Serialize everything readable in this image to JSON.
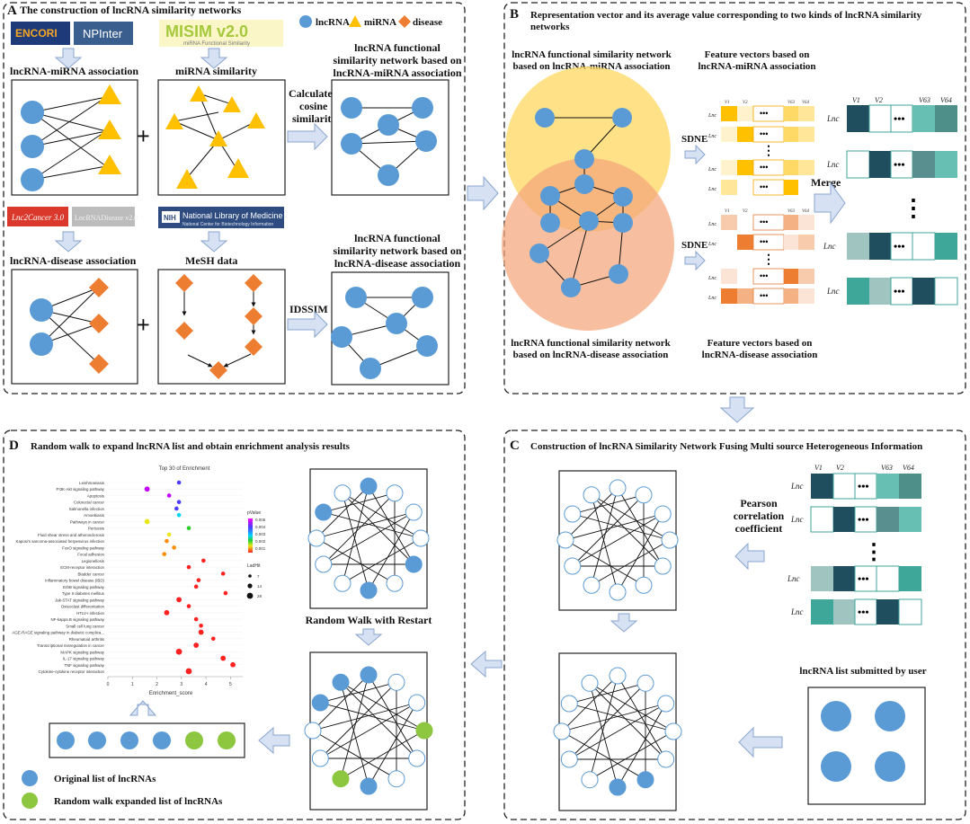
{
  "panel_a": {
    "letter": "A",
    "title": "The construction of lncRNA similarity networks",
    "legend": {
      "lncrna": "lncRNA",
      "mirna": "miRNA",
      "disease": "disease"
    },
    "logos": {
      "encori": "ENCORI",
      "npinter": "NPInter",
      "misim": "MISIM v2.0",
      "misim_sub": "miRNA Functional Similarity",
      "lnc2cancer": "Lnc2Cancer 3.0",
      "lncrnadisease": "LncRNADisease v2.0",
      "nih": "National Library of Medicine",
      "nih_sub": "National Center for Biotechnology Information",
      "nih_badge": "NIH"
    },
    "labels": {
      "lnc_mirna": "lncRNA-miRNA association",
      "mirna_sim": "miRNA similarity",
      "calc1": "Calculate",
      "calc2": "cosine",
      "calc3": "similarity",
      "net1_l1": "lncRNA functional",
      "net1_l2": "similarity network based on",
      "net1_l3": "lncRNA-miRNA association",
      "lnc_disease": "lncRNA-disease association",
      "mesh": "MeSH data",
      "idssim": "IDSSIM",
      "net2_l1": "lncRNA functional",
      "net2_l2": "similarity network based on",
      "net2_l3": "lncRNA-disease association"
    }
  },
  "panel_b": {
    "letter": "B",
    "title_l1": "Representation vector and its average value corresponding to two kinds of lncRNA similarity",
    "title_l2": "networks",
    "net_top_l1": "lncRNA functional similarity network",
    "net_top_l2": "based on lncRNA-miRNA association",
    "feat_top_l1": "Feature vectors based on",
    "feat_top_l2": "lncRNA-miRNA association",
    "net_bot_l1": "lncRNA functional similarity network",
    "net_bot_l2": "based on lncRNA-disease association",
    "feat_bot_l1": "Feature vectors based on",
    "feat_bot_l2": "lncRNA-disease association",
    "sdne": "SDNE",
    "merge": "Merge"
  },
  "panel_c": {
    "letter": "C",
    "title": "Construction of lncRNA Similarity Network Fusing Multi source Heterogeneous Information",
    "pearson_l1": "Pearson",
    "pearson_l2": "correlation",
    "pearson_l3": "coefficient",
    "user_list": "lncRNA list submitted by user"
  },
  "panel_d": {
    "letter": "D",
    "title": "Random walk to expand lncRNA list and obtain enrichment analysis results",
    "rwr": "Random Walk with Restart",
    "legend_original": "Original  list of lncRNAs",
    "legend_expanded": "Random walk expanded list of lncRNAs"
  },
  "chart_data": {
    "type": "scatter",
    "title": "Top 30 of  Enrichment",
    "xlabel": "Enrichment_score",
    "ylabel": "",
    "xlim": [
      0,
      5.5
    ],
    "xticks": [
      "0",
      "1",
      "2",
      "3",
      "4",
      "5"
    ],
    "color_legend_title": "pValue",
    "color_legend_ticks": [
      "0.005",
      "0.004",
      "0.003",
      "0.002",
      "0.001"
    ],
    "size_legend_title": "LadHit",
    "size_legend_ticks": [
      "7",
      "14",
      "28"
    ],
    "categories": [
      "Leishmaniasis",
      "PI3K-Akt signaling pathway",
      "Apoptosis",
      "Colorectal cancer",
      "Salmonella infection",
      "Amoebiasis",
      "Pathways in cancer",
      "Pertussis",
      "Fluid shear stress and atherosclerosis",
      "Kaposi's sarcoma-associated herpesvirus infection",
      "FoxO signaling pathway",
      "Focal adhesion",
      "Legionellosis",
      "ECM-receptor interaction",
      "Bladder cancer",
      "Inflammatory bowel disease (IBD)",
      "ErbB signaling pathway",
      "Type II diabetes mellitus",
      "Jak-STAT signaling pathway",
      "Osteoclast differentiation",
      "HTLV-I infection",
      "NF-kappa B signaling pathway",
      "Small cell lung cancer",
      "AGE-RAGE signaling pathway in diabetic complica...",
      "Rheumatoid arthritis",
      "Transcriptional misregulation in cancer",
      "MAPK signaling pathway",
      "IL-17 signaling pathway",
      "TNF signaling pathway",
      "Cytokine-cytokine receptor interaction"
    ],
    "x": [
      2.9,
      1.6,
      2.5,
      2.9,
      2.8,
      2.9,
      1.6,
      3.3,
      2.5,
      2.4,
      2.7,
      2.3,
      3.9,
      3.3,
      4.7,
      3.7,
      3.6,
      4.8,
      2.9,
      3.3,
      2.4,
      3.6,
      3.8,
      3.8,
      4.3,
      3.6,
      2.9,
      4.7,
      5.1,
      3.3
    ],
    "pvalue": [
      0.0045,
      0.006,
      0.0055,
      0.005,
      0.0045,
      0.0042,
      0.002,
      0.003,
      0.002,
      0.0015,
      0.0015,
      0.0012,
      0.0008,
      0.0006,
      0.0005,
      0.0005,
      0.0005,
      0.0004,
      0.0004,
      0.0004,
      0.0004,
      0.0003,
      0.0003,
      0.0003,
      0.0003,
      0.0003,
      0.0003,
      0.0002,
      0.0002,
      0.0002
    ],
    "count": [
      7,
      14,
      7,
      7,
      7,
      7,
      14,
      7,
      7,
      7,
      7,
      7,
      7,
      7,
      7,
      7,
      7,
      7,
      14,
      7,
      14,
      7,
      7,
      14,
      7,
      14,
      28,
      14,
      14,
      28
    ]
  },
  "colors": {
    "lncrna": "#5b9bd5",
    "mirna": "#ffc000",
    "disease": "#ed7d31",
    "expanded": "#8dc63f",
    "arrow": "#d6e2f4",
    "teal_dark": "#1f4e5f",
    "teal": "#3fa69a"
  }
}
